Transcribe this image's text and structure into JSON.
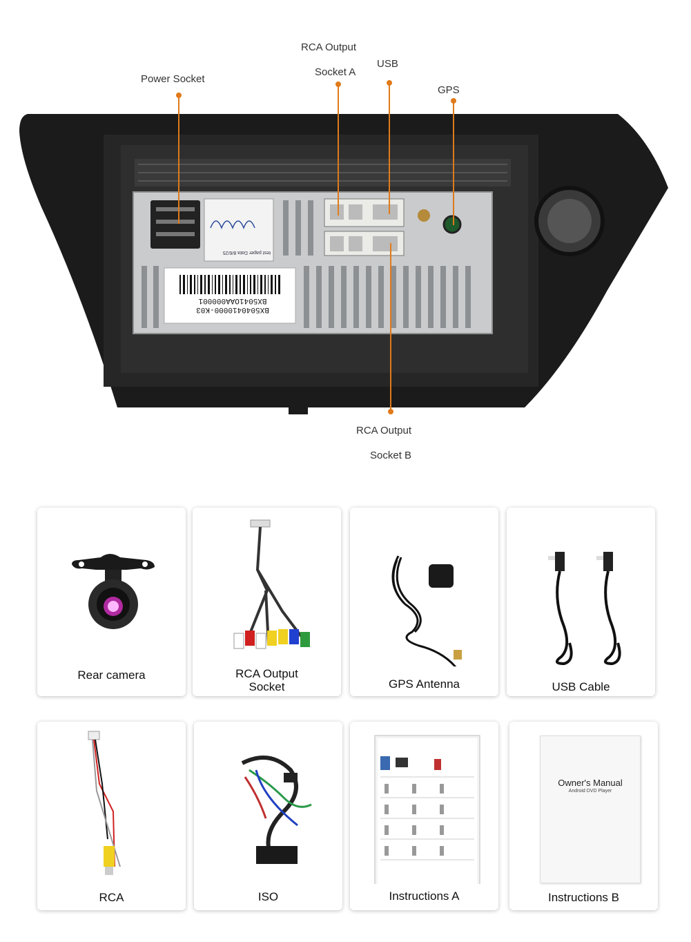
{
  "callouts": {
    "power_socket": "Power Socket",
    "rca_a_line1": "RCA Output",
    "rca_a_line2": "Socket A",
    "usb": "USB",
    "gps": "GPS",
    "rca_b_line1": "RCA Output",
    "rca_b_line2": "Socket B"
  },
  "unit": {
    "barcode_line1": "BX5040410000-K03",
    "barcode_line2": "BX5041OAA000001",
    "sticker_line": "test paper Data  8/6/25"
  },
  "accessories": [
    {
      "label": "Rear camera",
      "icon": "camera-icon"
    },
    {
      "label": "RCA Output\nSocket",
      "icon": "rca-cable-icon"
    },
    {
      "label": "GPS Antenna",
      "icon": "gps-antenna-icon"
    },
    {
      "label": "USB Cable",
      "icon": "usb-cable-icon"
    },
    {
      "label": "RCA",
      "icon": "rca-wire-icon"
    },
    {
      "label": "ISO",
      "icon": "iso-harness-icon"
    },
    {
      "label": "Instructions A",
      "icon": "instruction-sheet-icon"
    },
    {
      "label": "Instructions B",
      "icon": "manual-icon"
    }
  ],
  "manual": {
    "title": "Owner's Manual",
    "subtitle": "Android DVD Player"
  },
  "colors": {
    "accent": "#e07a1a",
    "frame": "#1c1c1c",
    "metal": "#c9cbcd"
  }
}
